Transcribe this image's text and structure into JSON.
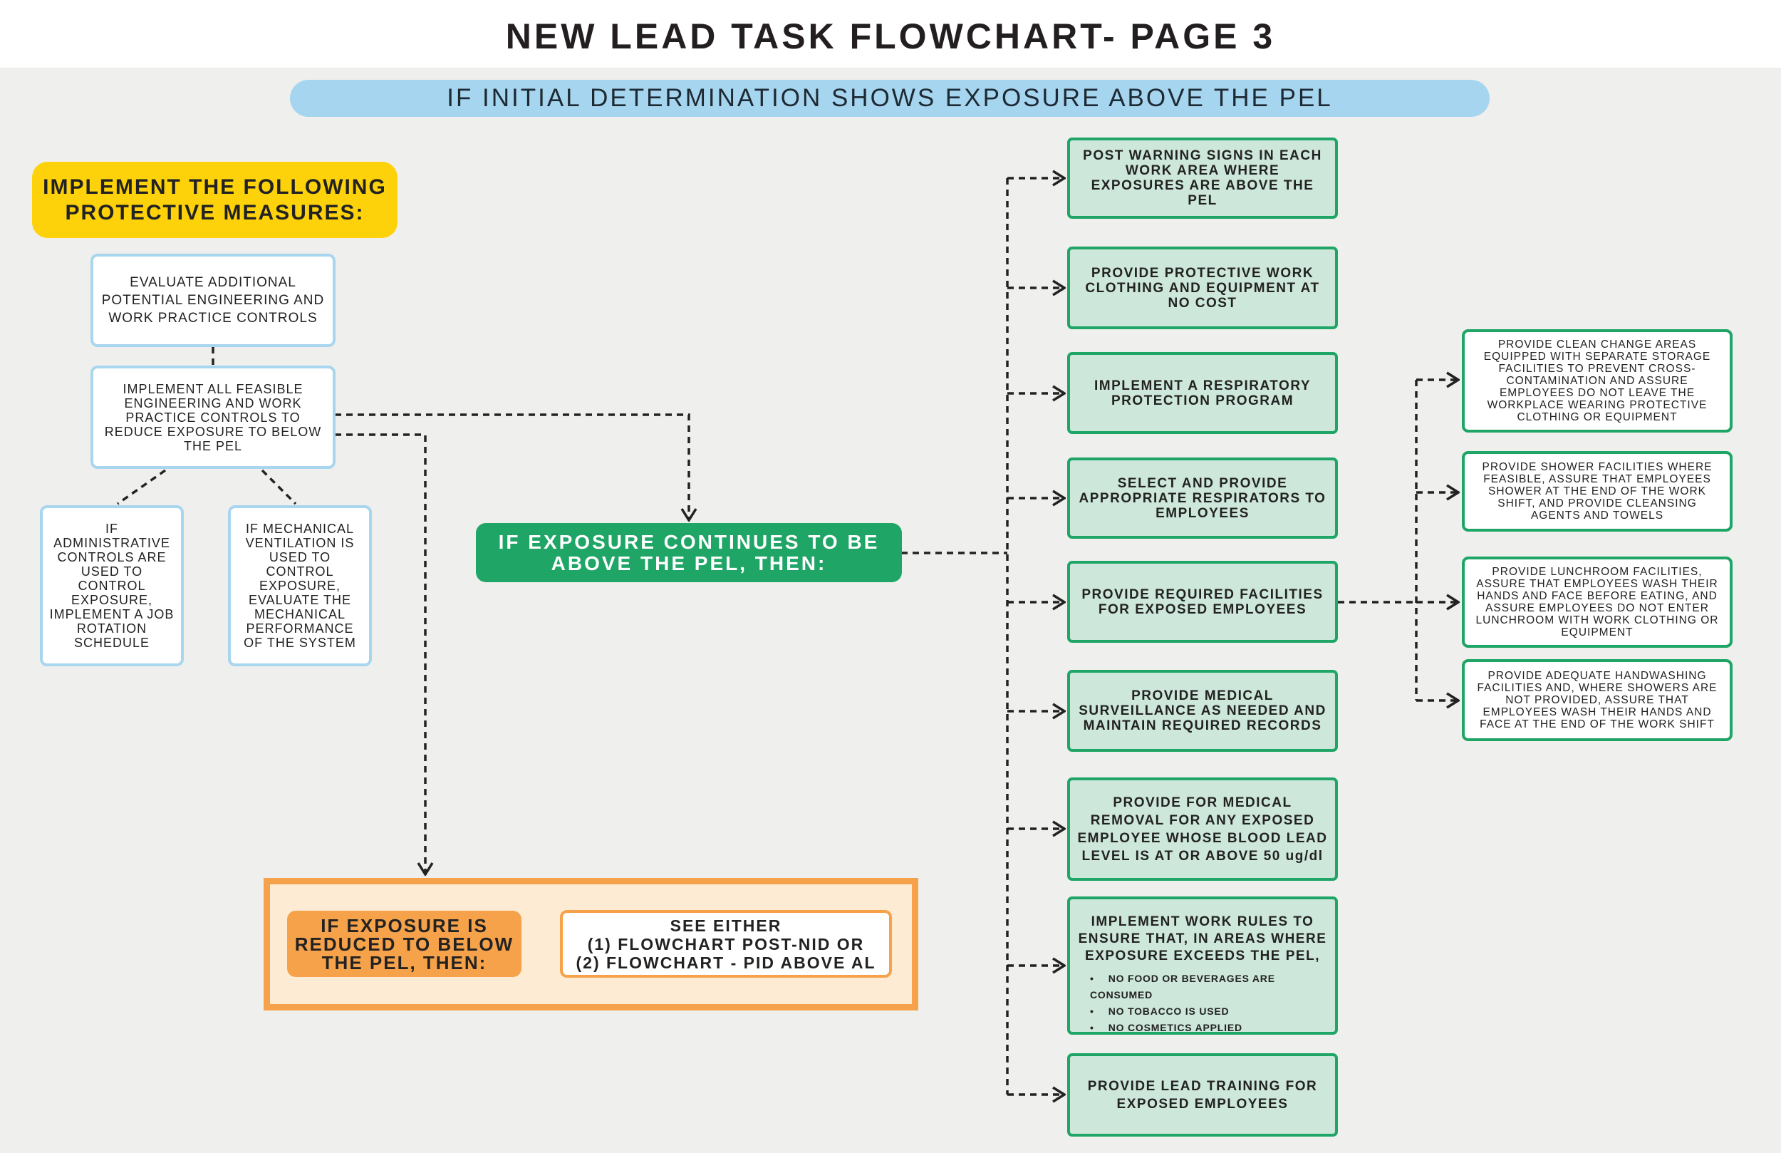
{
  "title": "NEW LEAD TASK FLOWCHART- PAGE 3",
  "banner": "IF INITIAL DETERMINATION SHOWS EXPOSURE ABOVE THE PEL",
  "protective_heading": "IMPLEMENT THE FOLLOWING PROTECTIVE MEASURES:",
  "evaluate_box": "EVALUATE ADDITIONAL POTENTIAL ENGINEERING AND WORK PRACTICE CONTROLS",
  "implement_box": "IMPLEMENT ALL FEASIBLE ENGINEERING AND WORK PRACTICE CONTROLS TO REDUCE EXPOSURE TO BELOW THE PEL",
  "administrative_box": "IF ADMINISTRATIVE CONTROLS ARE USED TO CONTROL EXPOSURE, IMPLEMENT A JOB ROTATION SCHEDULE",
  "mechanical_box": "IF MECHANICAL VENTILATION IS USED TO CONTROL EXPOSURE, EVALUATE THE MECHANICAL PERFORMANCE OF THE SYSTEM",
  "continues_box": "IF EXPOSURE CONTINUES TO BE ABOVE THE PEL, THEN:",
  "reduced_box": "IF EXPOSURE IS REDUCED TO BELOW THE PEL, THEN:",
  "see_either": {
    "line1": "SEE EITHER",
    "line2": "(1) FLOWCHART POST-NID OR",
    "line3": "(2) FLOWCHART - PID ABOVE AL"
  },
  "actions": [
    "POST WARNING SIGNS IN EACH WORK AREA WHERE EXPOSURES ARE ABOVE THE PEL",
    "PROVIDE PROTECTIVE WORK CLOTHING AND EQUIPMENT AT NO COST",
    "IMPLEMENT A RESPIRATORY PROTECTION PROGRAM",
    "SELECT AND PROVIDE APPROPRIATE RESPIRATORS TO EMPLOYEES",
    "PROVIDE REQUIRED FACILITIES FOR EXPOSED EMPLOYEES",
    "PROVIDE MEDICAL SURVEILLANCE AS NEEDED AND MAINTAIN REQUIRED RECORDS",
    "PROVIDE FOR MEDICAL REMOVAL FOR ANY EXPOSED EMPLOYEE WHOSE BLOOD LEAD LEVEL IS AT OR ABOVE 50 ug/dl"
  ],
  "work_rules": {
    "title": "IMPLEMENT WORK RULES TO ENSURE THAT, IN AREAS WHERE EXPOSURE EXCEEDS THE PEL,",
    "items": [
      "NO FOOD OR BEVERAGES ARE CONSUMED",
      "NO TOBACCO IS USED",
      "NO COSMETICS APPLIED"
    ]
  },
  "training": "PROVIDE LEAD TRAINING FOR EXPOSED EMPLOYEES",
  "facilities": [
    "PROVIDE CLEAN CHANGE AREAS EQUIPPED WITH SEPARATE STORAGE FACILITIES TO PREVENT CROSS-CONTAMINATION AND ASSURE EMPLOYEES DO NOT LEAVE THE WORKPLACE WEARING PROTECTIVE CLOTHING OR EQUIPMENT",
    "PROVIDE SHOWER FACILITIES WHERE FEASIBLE, ASSURE THAT EMPLOYEES SHOWER AT THE END OF THE WORK SHIFT, AND PROVIDE CLEANSING AGENTS AND TOWELS",
    "PROVIDE LUNCHROOM FACILITIES, ASSURE THAT EMPLOYEES WASH THEIR HANDS AND FACE BEFORE EATING, AND ASSURE EMPLOYEES DO NOT ENTER LUNCHROOM WITH WORK CLOTHING OR EQUIPMENT",
    "PROVIDE ADEQUATE HANDWASHING FACILITIES AND, WHERE SHOWERS ARE NOT PROVIDED, ASSURE THAT EMPLOYEES WASH THEIR HANDS AND FACE AT THE END OF THE WORK SHIFT"
  ],
  "colors": {
    "banner": "#a6d5ef",
    "heading_yellow": "#fed20a",
    "green": "#1fa566",
    "green_fill": "#cde7da",
    "orange": "#f6a24b",
    "orange_fill": "#fdebd3",
    "light_blue_border": "#a9d6ef"
  }
}
